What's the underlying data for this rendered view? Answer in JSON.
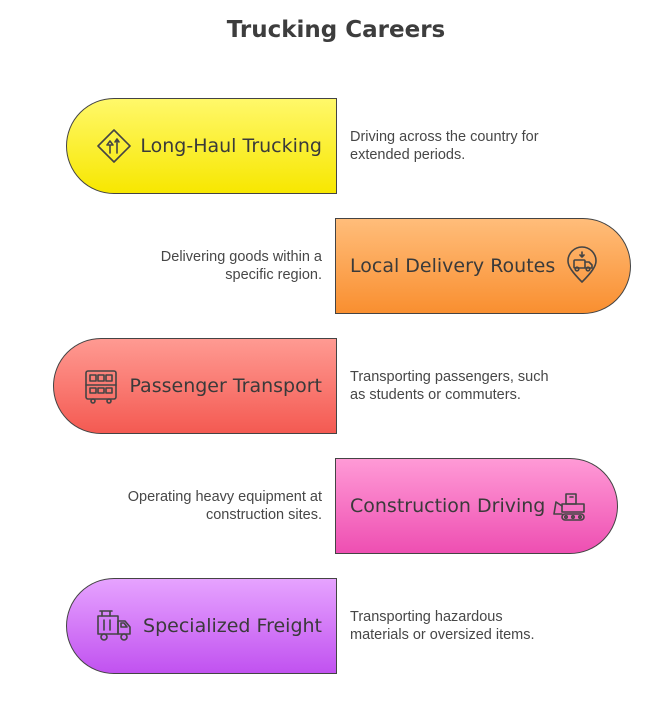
{
  "title": "Trucking Careers",
  "items": [
    {
      "label": "Long-Haul Trucking",
      "description_1": "Driving across the country for",
      "description_2": "extended periods.",
      "color": "#fff23a",
      "icon": "road-sign-icon"
    },
    {
      "label": "Local Delivery Routes",
      "description_1": "Delivering goods within a",
      "description_2": "specific region.",
      "color": "#fb9e48",
      "icon": "delivery-location-icon"
    },
    {
      "label": "Passenger Transport",
      "description_1": "Transporting passengers, such",
      "description_2": "as students or commuters.",
      "color": "#fb6e66",
      "icon": "double-decker-bus-icon"
    },
    {
      "label": "Construction Driving",
      "description_1": "Operating heavy equipment at",
      "description_2": "construction sites.",
      "color": "#f469c0",
      "icon": "bulldozer-icon"
    },
    {
      "label": "Specialized Freight",
      "description_1": "Transporting hazardous",
      "description_2": "materials or oversized items.",
      "color": "#cb64f0",
      "icon": "freight-truck-icon"
    }
  ]
}
